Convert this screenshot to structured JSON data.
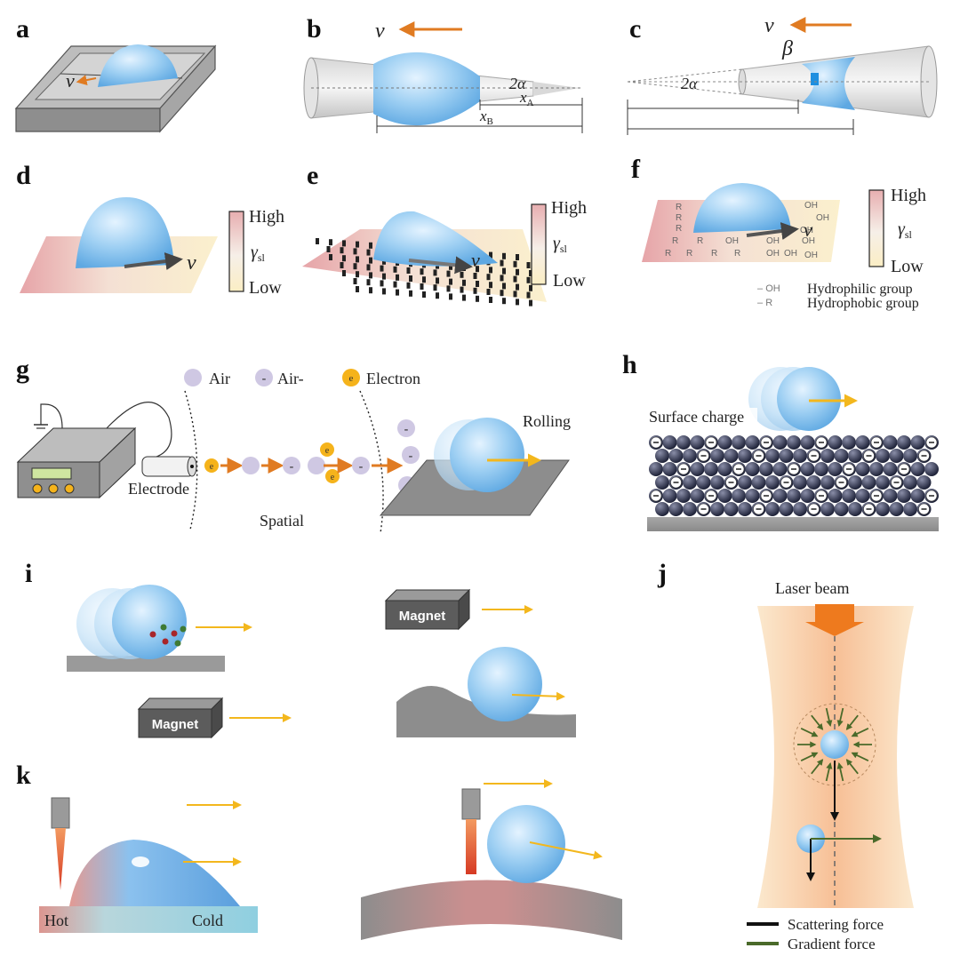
{
  "panels": {
    "a": {
      "label": "a",
      "v": "v"
    },
    "b": {
      "label": "b",
      "v": "v",
      "angle": "2α",
      "xa": "x",
      "xa_sub": "A",
      "xb": "x",
      "xb_sub": "B"
    },
    "c": {
      "label": "c",
      "v": "v",
      "beta": "β",
      "angle": "2α"
    },
    "d": {
      "label": "d",
      "v": "v",
      "high": "High",
      "low": "Low",
      "gamma": "γ",
      "gamma_sub": "sl"
    },
    "e": {
      "label": "e",
      "v": "v",
      "high": "High",
      "low": "Low",
      "gamma": "γ",
      "gamma_sub": "sl"
    },
    "f": {
      "label": "f",
      "v": "v",
      "high": "High",
      "low": "Low",
      "gamma": "γ",
      "gamma_sub": "sl",
      "oh": "OH",
      "r": "R",
      "hydrophilic": "Hydrophilic group",
      "hydrophobic": "Hydrophobic group"
    },
    "g": {
      "label": "g",
      "legend_air": "Air",
      "legend_air_neg": "Air-",
      "legend_electron": "Electron",
      "electrode": "Electrode",
      "spatial": "Spatial",
      "rolling": "Rolling",
      "e_mark": "e",
      "minus": "-"
    },
    "h": {
      "label": "h",
      "surface_charge": "Surface charge"
    },
    "i": {
      "label": "i",
      "magnet1": "Magnet",
      "magnet2": "Magnet"
    },
    "j": {
      "label": "j",
      "laser": "Laser beam",
      "scattering": "Scattering force",
      "gradient": "Gradient force"
    },
    "k": {
      "label": "k",
      "hot": "Hot",
      "cold": "Cold"
    }
  },
  "colors": {
    "droplet": "#8ec4ef",
    "arrow_orange": "#e07b22",
    "arrow_yellow": "#f3b71d",
    "magnet": "#5c5c5c",
    "gradient_arrow": "#4a6a2a"
  }
}
